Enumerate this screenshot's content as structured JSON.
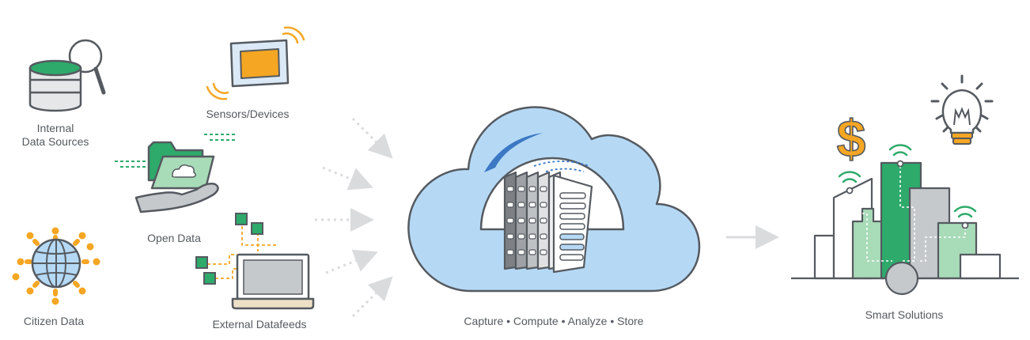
{
  "sources": {
    "internal": {
      "line1": "Internal",
      "line2": "Data Sources",
      "icon": "database-search-icon"
    },
    "sensors": {
      "label": "Sensors/Devices",
      "icon": "sensor-device-icon"
    },
    "open_data": {
      "label": "Open Data",
      "icon": "folder-hand-icon"
    },
    "citizen": {
      "label": "Citizen Data",
      "icon": "globe-people-icon"
    },
    "external": {
      "label": "External Datafeeds",
      "icon": "laptop-feeds-icon"
    }
  },
  "cloud": {
    "caption": "Capture • Compute • Analyze • Store",
    "icon": "cloud-server-icon"
  },
  "solutions": {
    "label": "Smart Solutions",
    "icon": "smart-city-icon"
  },
  "colors": {
    "green": "#2eaa6b",
    "light_green": "#a8dbb8",
    "orange": "#f5a623",
    "cloud_blue": "#b5d9f5",
    "outline": "#555a60",
    "arrow_gray": "#d9dbdd"
  }
}
